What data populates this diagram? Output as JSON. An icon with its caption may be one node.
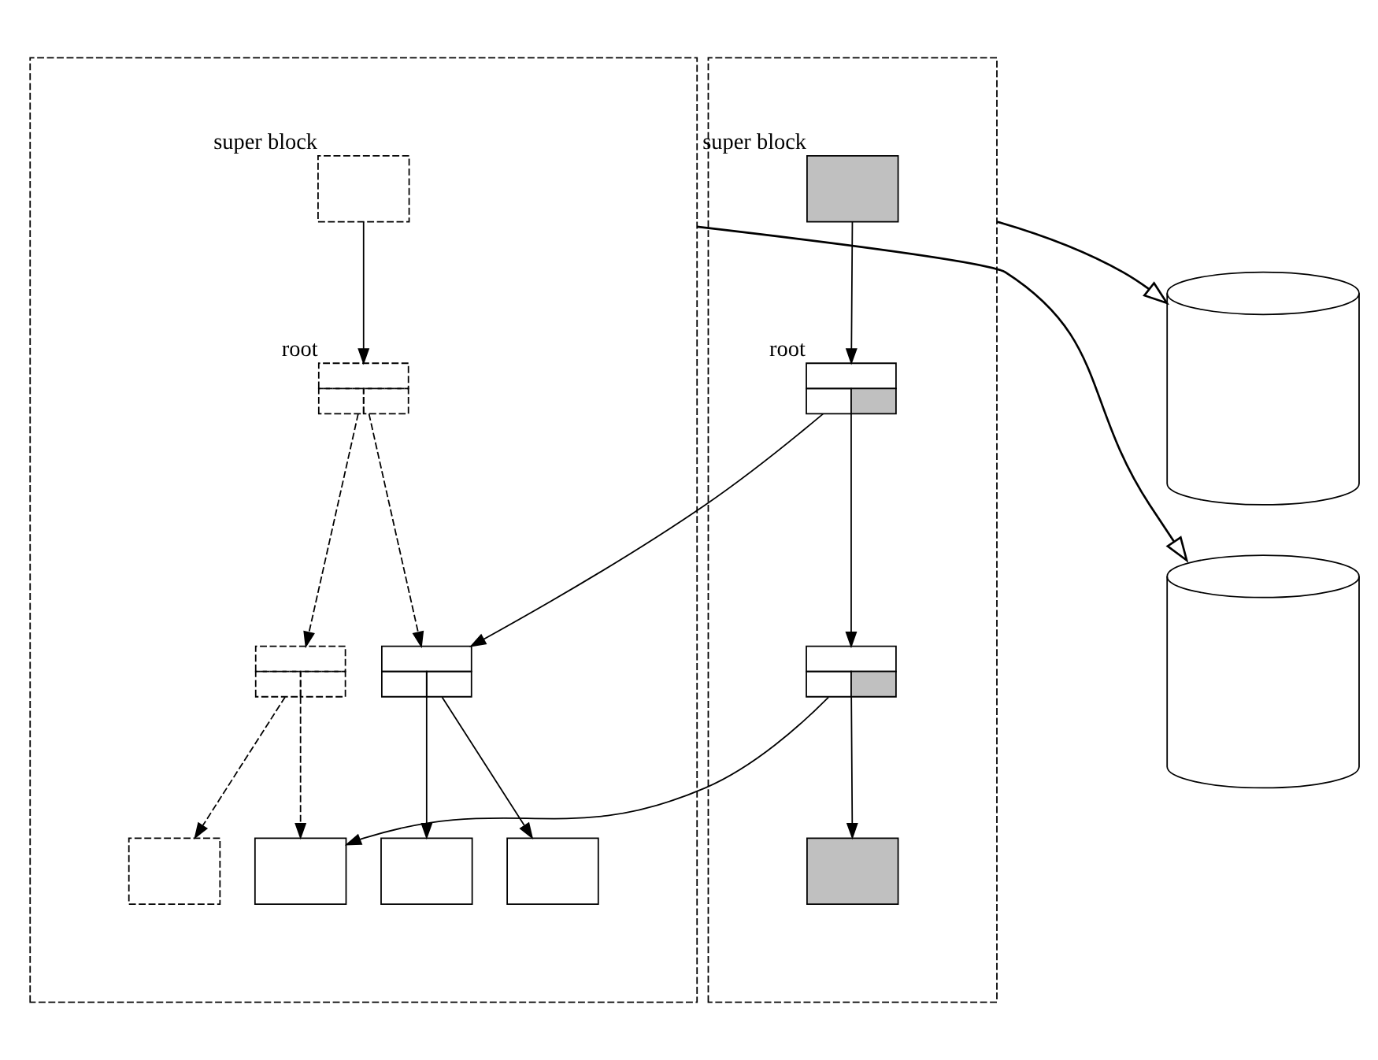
{
  "diagram": {
    "nodes": [
      {
        "text": [],
        "shape": "box"
      },
      {
        "text": [],
        "shape": "box",
        "in": 0,
        "beside": [
          "super block"
        ]
      },
      {
        "text": [],
        "shape": "box",
        "in": 0,
        "beside": [
          "root"
        ]
      },
      {
        "text": [],
        "shape": "box",
        "in": 0
      },
      {
        "text": [],
        "shape": "box",
        "in": 0
      },
      {
        "text": [],
        "shape": "box",
        "in": 0
      },
      {
        "text": [],
        "shape": "box",
        "in": 0
      },
      {
        "text": [],
        "shape": "box",
        "in": 0
      },
      {
        "text": [],
        "shape": "box",
        "in": 0
      },
      {
        "text": [],
        "shape": "box"
      },
      {
        "text": [],
        "shape": "box",
        "in": 9,
        "beside": [
          "super block"
        ]
      },
      {
        "text": [],
        "shape": "box",
        "in": 9,
        "beside": [
          "root"
        ]
      },
      {
        "text": [],
        "shape": "box",
        "in": 9
      },
      {
        "text": [],
        "shape": "box",
        "in": 9
      },
      {
        "text": [],
        "shape": "cylinder"
      },
      {
        "text": [],
        "shape": "cylinder"
      }
    ],
    "edges": [
      {
        "from": 1,
        "to": 2,
        "arrow": "to"
      },
      {
        "from": 2,
        "to": 3,
        "arrow": "to",
        "style": "dashed"
      },
      {
        "from": 2,
        "to": 4,
        "arrow": "to",
        "style": "dashed"
      },
      {
        "from": 10,
        "to": 11,
        "arrow": "to"
      },
      {
        "from": 11,
        "to": 3,
        "arrow": "to"
      },
      {
        "from": 11,
        "to": 12,
        "arrow": "to"
      },
      {
        "from": 3,
        "to": 5,
        "arrow": "to"
      },
      {
        "from": 3,
        "to": 6,
        "arrow": "to"
      },
      {
        "from": 4,
        "to": 7,
        "arrow": "to",
        "style": "dashed"
      },
      {
        "from": 4,
        "to": 8,
        "arrow": "to",
        "style": "dashed"
      },
      {
        "from": 12,
        "to": 7,
        "arrow": "to"
      },
      {
        "from": 12,
        "to": 13,
        "arrow": "to"
      },
      {
        "from": 9,
        "to": 14,
        "arrow": "to"
      },
      {
        "from": 0,
        "to": 15,
        "arrow": "to"
      }
    ]
  }
}
